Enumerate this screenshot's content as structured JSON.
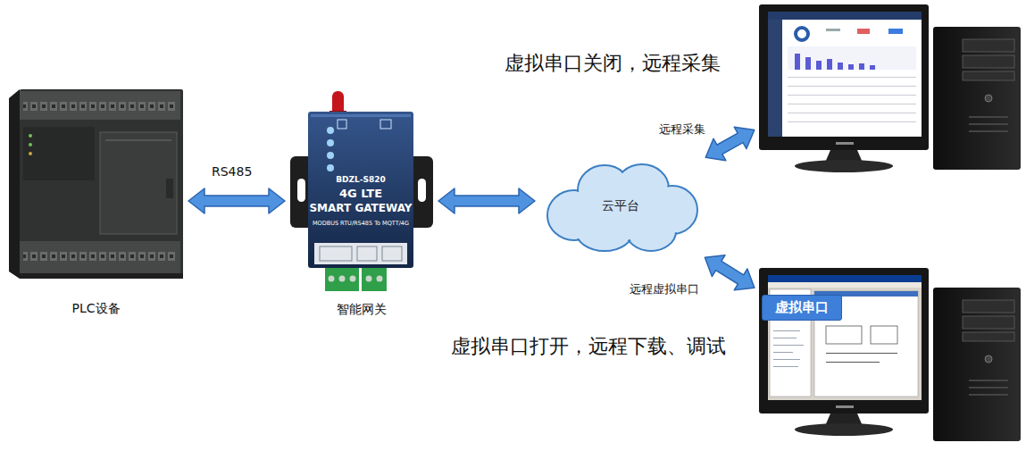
{
  "diagram": {
    "nodes": [
      {
        "text": [
          "PLC设备"
        ]
      },
      {
        "text": [
          "BDZL-S820",
          "4G LTE",
          "SMART GATEWAY",
          "MODBUS RTU/RS485 To MQTT/4G",
          "智能网关"
        ]
      },
      {
        "text": [
          "云平台"
        ]
      },
      {
        "text": [
          "虚拟串口关闭，远程采集"
        ]
      },
      {
        "text": [
          "虚拟串口打开，远程下载、调试"
        ]
      },
      {
        "text": [
          "虚拟串口"
        ],
        "in": 4
      }
    ],
    "edges": [
      {
        "from": 0,
        "to": 1,
        "arrow": "both",
        "label": "RS485"
      },
      {
        "from": 1,
        "to": 2,
        "arrow": "both"
      },
      {
        "from": 2,
        "to": 3,
        "arrow": "both",
        "label": "远程采集"
      },
      {
        "from": 2,
        "to": 4,
        "arrow": "both",
        "label": "远程虚拟串口"
      }
    ]
  }
}
